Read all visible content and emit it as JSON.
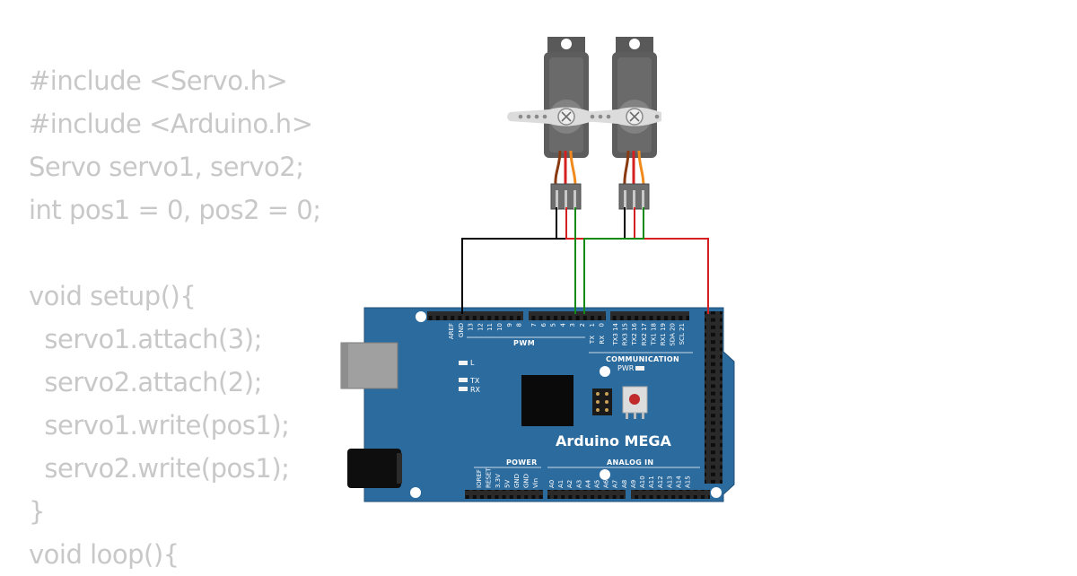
{
  "code_lines": [
    "#include <Servo.h>",
    "#include <Arduino.h>",
    "Servo servo1, servo2;",
    "int pos1 = 0, pos2 = 0;",
    "",
    "void setup(){",
    "  servo1.attach(3);",
    "  servo2.attach(2);",
    "  servo1.write(pos1);",
    "  servo2.write(pos1);",
    "}",
    "void loop(){"
  ],
  "board": {
    "name": "Arduino MEGA",
    "pwm_label": "PWM",
    "communication_label": "COMMUNICATION",
    "power_label": "POWER",
    "analog_label": "ANALOG IN",
    "led_l": "L",
    "led_tx": "TX",
    "led_rx": "RX",
    "led_pwr": "PWR",
    "top_left_pins": [
      "AREF",
      "GND",
      "13",
      "12",
      "11",
      "10",
      "9",
      "8"
    ],
    "pwm_pins": [
      "7",
      "6",
      "5",
      "4",
      "3",
      "2",
      "1",
      "0"
    ],
    "pwm_sub_pins": [
      "TX",
      "RX"
    ],
    "comm_pins": [
      "TX3 14",
      "RX3 15",
      "TX2 16",
      "RX2 17",
      "TX1 18",
      "RX1 19",
      "SDA 20",
      "SCL 21"
    ],
    "power_pins": [
      "IOREF",
      "RESET",
      "3.3V",
      "5V",
      "GND",
      "GND",
      "Vin"
    ],
    "analog_pins": [
      "A0",
      "A1",
      "A2",
      "A3",
      "A4",
      "A5",
      "A6",
      "A7",
      "A8",
      "A9",
      "A10",
      "A11",
      "A12",
      "A13",
      "A14",
      "A15"
    ]
  },
  "colors": {
    "board": "#2c6b9e",
    "header": "#333333",
    "servo_body": "#5d5d5d",
    "wire_gnd": "#000000",
    "wire_vcc": "#d42020",
    "wire_signal": "#138a13",
    "servo_lead_orange": "#f08a1c",
    "servo_lead_brown": "#8a3a10",
    "code_text": "#c8c8c8"
  }
}
